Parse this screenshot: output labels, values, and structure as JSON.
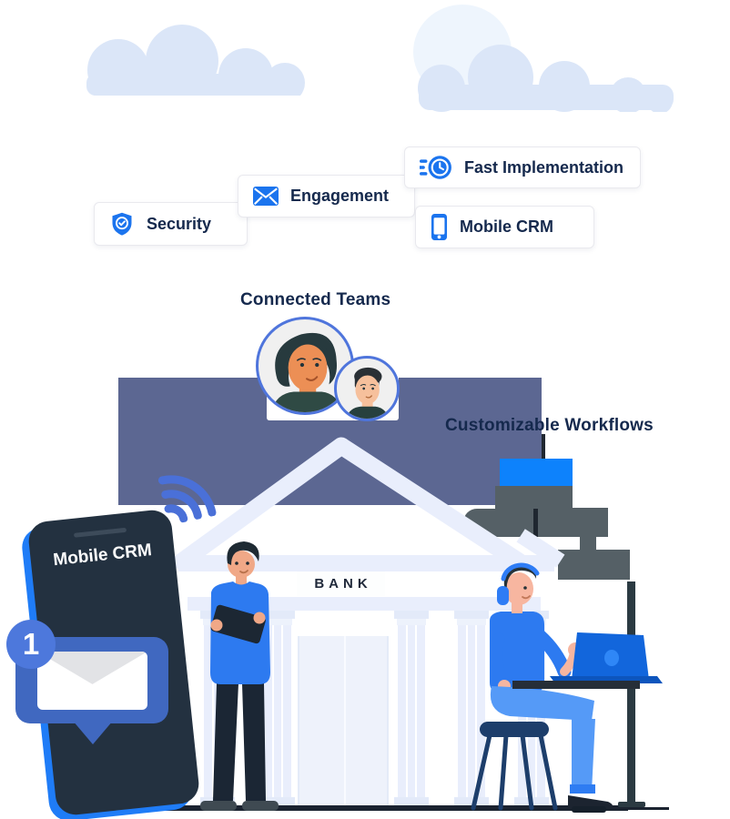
{
  "feature_cards": [
    {
      "id": "security",
      "label": "Security",
      "icon": "shield-check"
    },
    {
      "id": "engagement",
      "label": "Engagement",
      "icon": "envelope"
    },
    {
      "id": "fast_implementation",
      "label": "Fast Implementation",
      "icon": "fast-clock"
    },
    {
      "id": "mobile_crm",
      "label": "Mobile CRM",
      "icon": "smartphone"
    }
  ],
  "section_labels": {
    "connected_teams": "Connected Teams",
    "customizable_workflows": "Customizable Workflows"
  },
  "bank": {
    "sign_text": "BANK"
  },
  "phone": {
    "title": "Mobile CRM",
    "notification_count": "1"
  },
  "colors": {
    "cloud": "#dbe6f8",
    "sun": "#eef5fd",
    "icon_blue": "#1b74ee",
    "label_navy": "#15294d",
    "building": "#5c6792",
    "roof_light": "#e9eefc",
    "workflow_blue": "#0d82fc",
    "workflow_gray": "#556066",
    "bubble_blue": "#4068c0",
    "badge_blue": "#4d78dc",
    "phone_body": "#233140",
    "phone_edge": "#1f7cf7",
    "avatar_ring": "#4f75dc",
    "wifi_blue": "#4a70d8",
    "floor_dark": "#1b2330",
    "person_blue": "#2d7af0",
    "pants_light_blue": "#559af7",
    "stool_navy": "#1d3e6b",
    "laptop_blue": "#1266dc"
  }
}
